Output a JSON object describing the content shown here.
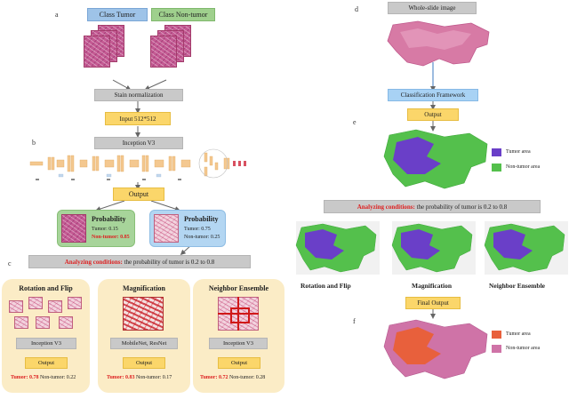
{
  "left": {
    "panel_a": "a",
    "panel_b": "b",
    "panel_c": "c",
    "class_tumor": "Class Tumor",
    "class_non_tumor": "Class Non-tumor",
    "stain_norm": "Stain normalization",
    "input": "Input 512*512",
    "inception": "Inception V3",
    "output": "Output",
    "prob_left": {
      "title": "Probability",
      "tumor": "Tumor: 0.15",
      "non_tumor": "Non-tumor: 0.85"
    },
    "prob_right": {
      "title": "Probability",
      "tumor": "Tumor: 0.75",
      "non_tumor": "Non-tumor: 0.25"
    },
    "analyzing_prefix": "Analyzing conditions:",
    "analyzing_rest": "the probability of tumor is 0.2 to 0.8",
    "methods": [
      {
        "title": "Rotation and Flip",
        "model": "Inception V3",
        "output": "Output",
        "tumor": "Tumor: 0.78",
        "non_tumor": "Non-tumor: 0.22"
      },
      {
        "title": "Magnification",
        "model": "MobileNet, ResNet",
        "output": "Output",
        "tumor": "Tumor: 0.83",
        "non_tumor": "Non-tumor: 0.17"
      },
      {
        "title": "Neighbor Ensemble",
        "model": "Inception V3",
        "output": "Output",
        "tumor": "Tumor: 0.72",
        "non_tumor": "Non-tumor: 0.28"
      }
    ]
  },
  "right": {
    "panel_d": "d",
    "panel_e": "e",
    "panel_f": "f",
    "wsi": "Whole-slide image",
    "classification": "Classification Framework",
    "output": "Output",
    "legend_tumor": "Tumor area",
    "legend_non_tumor": "Non-tumor area",
    "analyzing_prefix": "Analyzing conditions:",
    "analyzing_rest": "the probability of tumor is 0.2 to 0.8",
    "map_labels": [
      "Rotation and Flip",
      "Magnification",
      "Neighbor Ensemble"
    ],
    "final_output": "Final Output",
    "legend_f_tumor": "Tumor area",
    "legend_f_non_tumor": "Non-tumor area"
  },
  "colors": {
    "tumor_area": "#6a3fc8",
    "non_tumor_area": "#4fbf4f",
    "final_tumor": "#e8603c",
    "final_non_tumor": "#c9669a"
  }
}
